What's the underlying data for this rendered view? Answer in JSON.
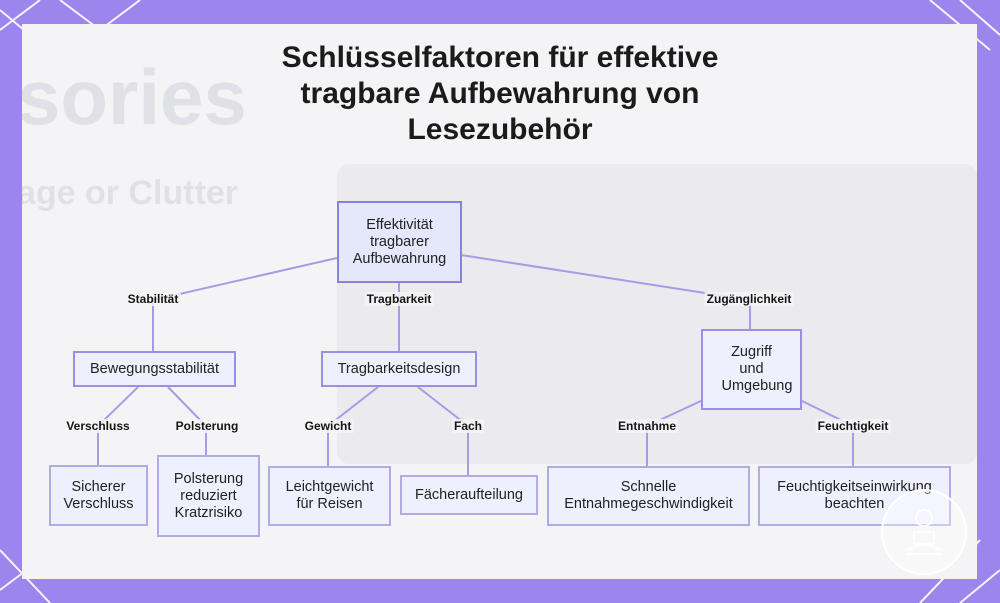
{
  "title": {
    "line1": "Schlüsselfaktoren für effektive",
    "line2": "tragbare Aufbewahrung von",
    "line3": "Lesezubehör"
  },
  "background_text": {
    "line1": "sories",
    "line2": "age or Clutter"
  },
  "nodes": {
    "root": "Effektivität tragbarer Aufbewahrung",
    "bewegungsstabilitaet": "Bewegungsstabilität",
    "tragbarkeitsdesign": "Tragbarkeitsdesign",
    "zugriff": "Zugriff und Umgebung",
    "verschluss": "Sicherer Verschluss",
    "polsterung": "Polsterung reduziert Kratzrisiko",
    "leichtgewicht": "Leichtgewicht für Reisen",
    "faecher": "Fächeraufteilung",
    "entnahme": "Schnelle Entnahmegeschwindigkeit",
    "feuchtigkeit": "Feuchtigkeitseinwirkung beachten"
  },
  "edge_labels": {
    "stabilitaet": "Stabilität",
    "tragbarkeit": "Tragbarkeit",
    "zugaenglichkeit": "Zugänglichkeit",
    "verschluss": "Verschluss",
    "polsterung": "Polsterung",
    "gewicht": "Gewicht",
    "fach": "Fach",
    "entnahme": "Entnahme",
    "feuchtigkeit": "Feuchtigkeit"
  },
  "colors": {
    "frame": "#9d85ee",
    "card": "#f4f4f6",
    "node_border": "#b2abe8",
    "node_fill": "#eef0fd",
    "edge": "#a79be6"
  },
  "icons": [
    "reader-logo-icon"
  ]
}
